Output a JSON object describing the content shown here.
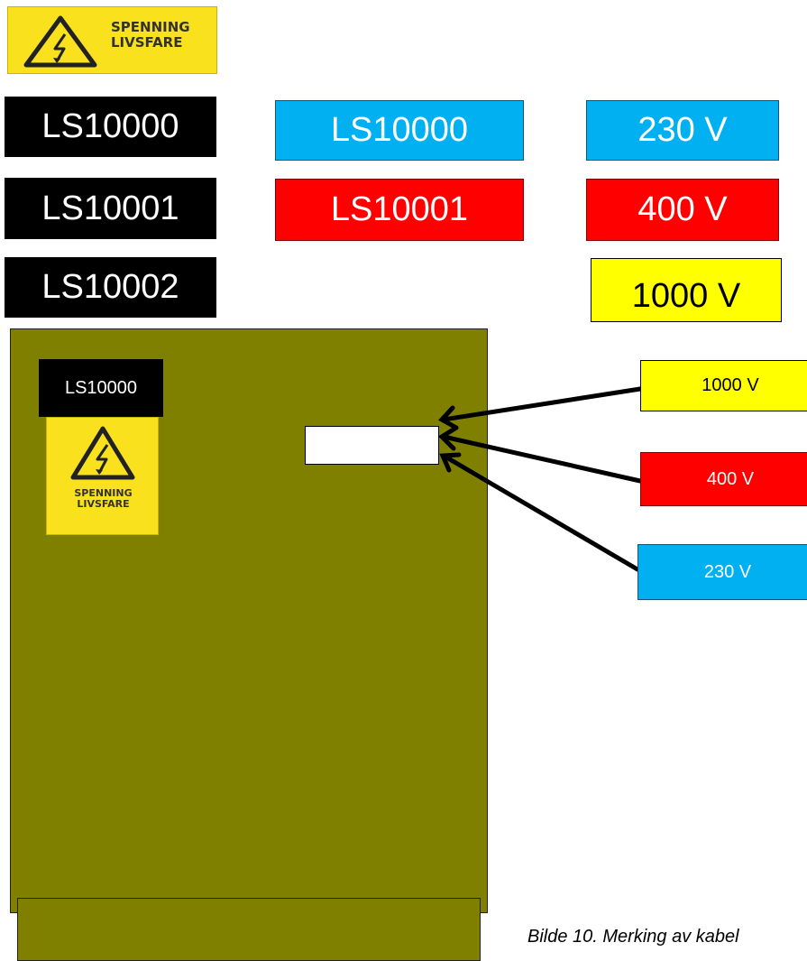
{
  "warning_sign": {
    "line1": "SPENNING",
    "line2": "LIVSFARE"
  },
  "cabinet_labels": [
    "LS10000",
    "LS10001",
    "LS10002"
  ],
  "cable_labels": [
    "LS10000",
    "LS10001"
  ],
  "voltage_labels": [
    "230 V",
    "400 V",
    "1000 V"
  ],
  "diagram": {
    "cabinet_id": "LS10000",
    "sign_line1": "SPENNING",
    "sign_line2": "LIVSFARE",
    "callouts": [
      "1000 V",
      "400 V",
      "230 V"
    ]
  },
  "caption": "Bilde 10. Merking av kabel",
  "colors": {
    "cabinet": "#808000",
    "blue": "#00b0f0",
    "red": "#ff0000",
    "yellow": "#ffff00",
    "sign_yellow": "#f9e11e"
  }
}
